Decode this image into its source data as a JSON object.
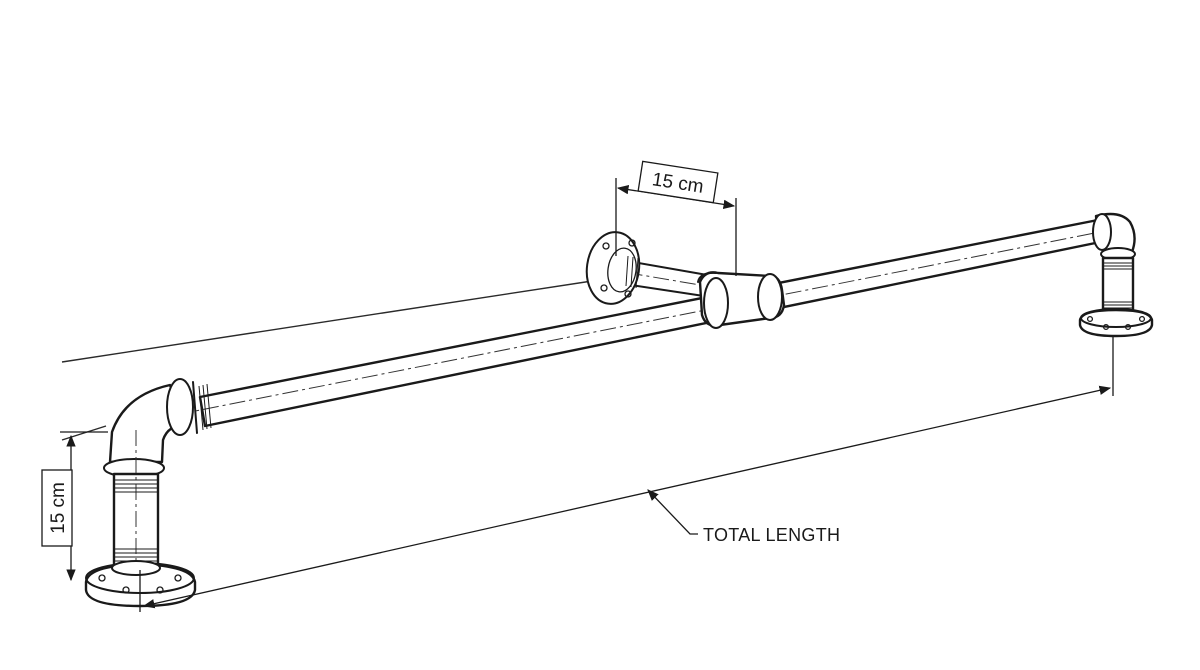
{
  "dimensions": {
    "top_offset_label": "15 cm",
    "height_label": "15 cm",
    "length_label": "TOTAL LENGTH"
  }
}
